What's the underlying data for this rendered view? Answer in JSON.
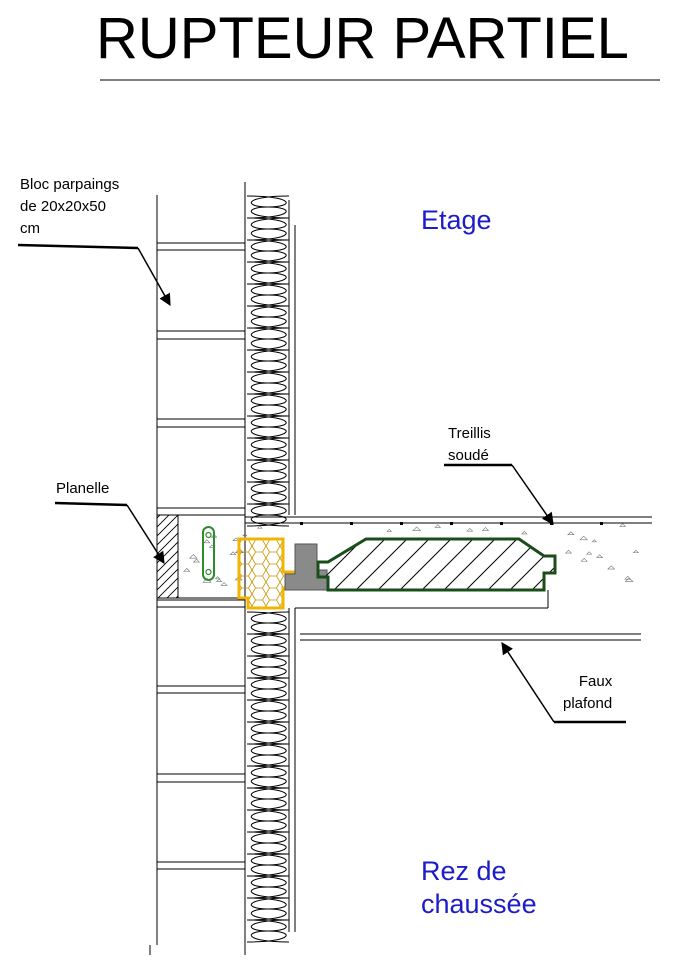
{
  "title": "RUPTEUR PARTIEL",
  "labels": {
    "bloc": "Bloc parpaings\nde 20x20x50\ncm",
    "planelle": "Planelle",
    "treillis": "Treillis\nsoudé",
    "faux_plafond": "Faux\nplafond"
  },
  "zones": {
    "etage": "Etage",
    "rez": "Rez de\nchaussée"
  },
  "colors": {
    "zone_text": "#1c1cc8",
    "rupteur_insulation": "#f2b400",
    "slab_outline": "#1a4d1a",
    "connector": "#2e8b2e",
    "steel_block": "#8a8a8a"
  }
}
